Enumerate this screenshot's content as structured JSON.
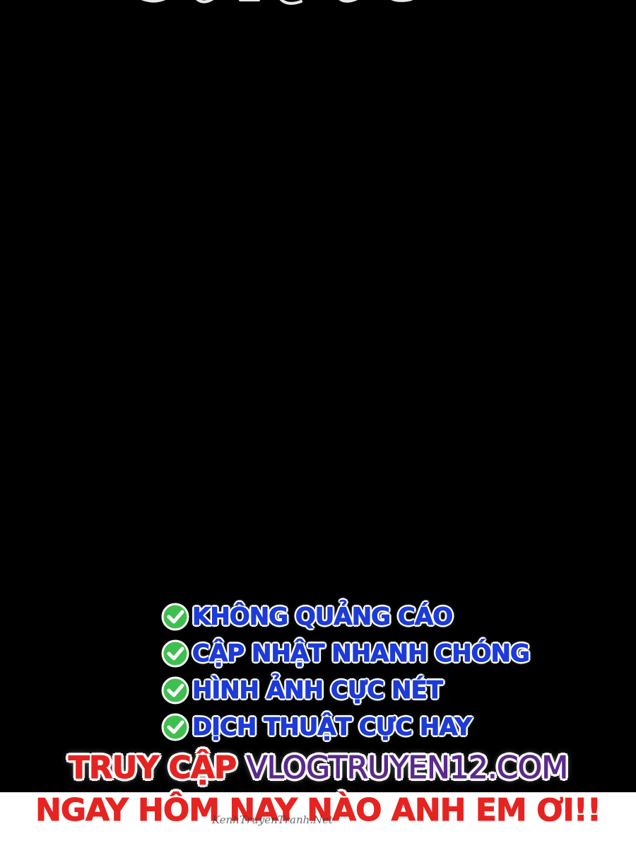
{
  "features": [
    {
      "icon": "check-circle-icon",
      "label": "KHÔNG QUẢNG CÁO"
    },
    {
      "icon": "check-circle-icon",
      "label": "CẬP NHẬT NHANH CHÓNG"
    },
    {
      "icon": "check-circle-icon",
      "label": "HÌNH ẢNH CỰC NÉT"
    },
    {
      "icon": "check-circle-icon",
      "label": "DỊCH THUẬT CỰC HAY"
    }
  ],
  "promo": {
    "line1_prefix": "TRUY CẬP",
    "line1_site": "VLOGTRUYEN12.COM",
    "line2": "NGAY HÔM NAY NÀO ANH EM ƠI!!"
  },
  "watermark": "KenhTruyenTranh.Net",
  "colors": {
    "background": "#000000",
    "feature_text": "#1d3bd6",
    "check_icon": "#3fbf4f",
    "promo_red": "#e52421",
    "promo_site": "#5b2a8c",
    "outline": "#ffffff"
  }
}
